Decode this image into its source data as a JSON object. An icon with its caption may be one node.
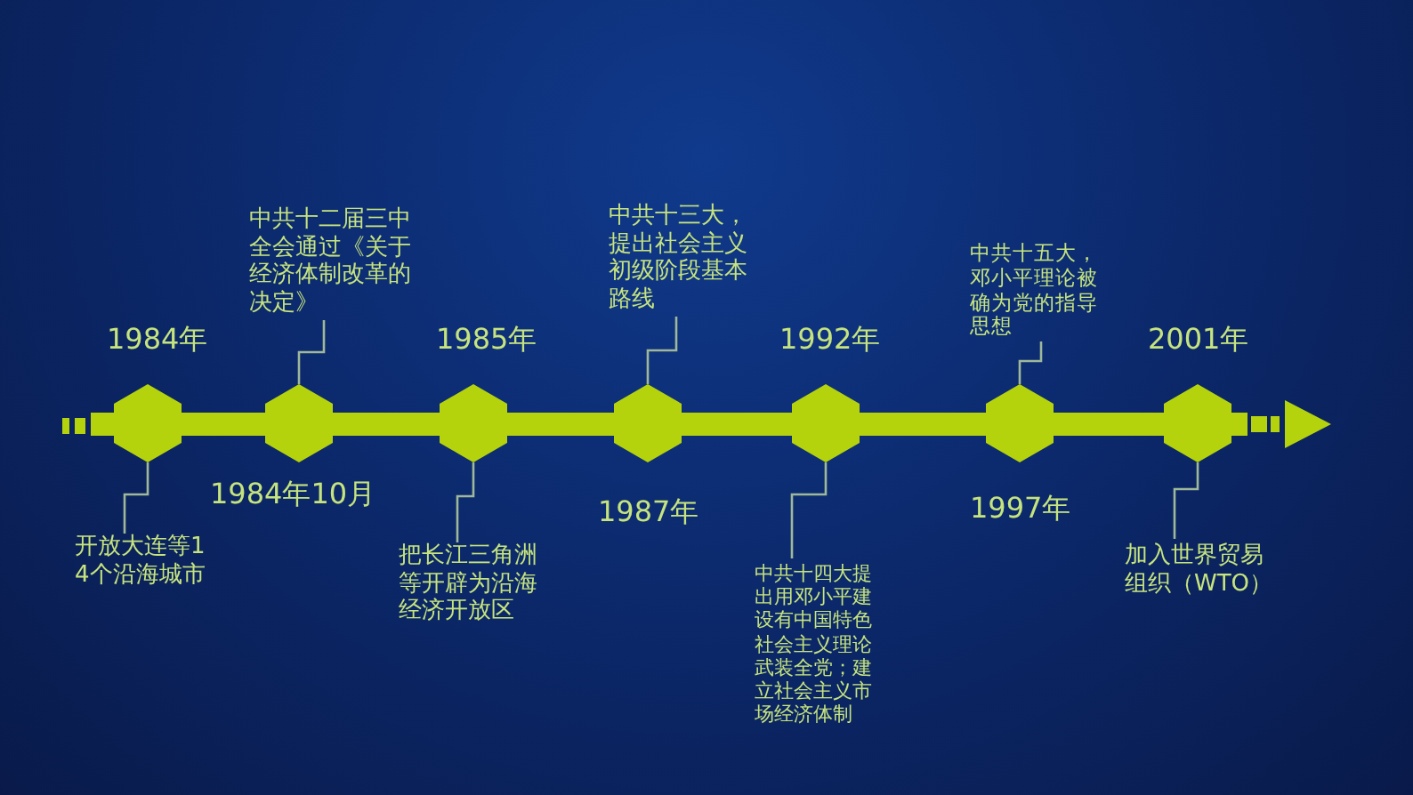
{
  "diagram": {
    "nodes": [
      {
        "text": [],
        "shape": "hexagon",
        "beside": [
          "1984年"
        ]
      },
      {
        "text": [],
        "shape": "hexagon",
        "beside": [
          "1984年10月"
        ]
      },
      {
        "text": [],
        "shape": "hexagon",
        "beside": [
          "1985年"
        ]
      },
      {
        "text": [],
        "shape": "hexagon",
        "beside": [
          "1987年"
        ]
      },
      {
        "text": [],
        "shape": "hexagon",
        "beside": [
          "1992年"
        ]
      },
      {
        "text": [],
        "shape": "hexagon",
        "beside": [
          "1997年"
        ]
      },
      {
        "text": [],
        "shape": "hexagon",
        "beside": [
          "2001年"
        ]
      },
      {
        "text": [
          "开放大连等14个沿海城市"
        ]
      },
      {
        "text": [
          "中共十二届三中全会通过《关于经济体制改革的决定》"
        ]
      },
      {
        "text": [
          "把长江三角洲等开辟为沿海经济开放区"
        ]
      },
      {
        "text": [
          "中共十三大，提出社会主义初级阶段基本路线"
        ]
      },
      {
        "text": [
          "中共十四大提出用邓小平建设有中国特色社会主义理论武装全党；建立社会主义市场经济体制"
        ]
      },
      {
        "text": [
          "中共十五大，邓小平理论被确为党的指导思想"
        ]
      },
      {
        "text": [
          "加入世界贸易组织（WTO）"
        ]
      }
    ],
    "edges": [
      {
        "from": 7,
        "to": 0,
        "arrow": "none"
      },
      {
        "from": 8,
        "to": 1,
        "arrow": "none"
      },
      {
        "from": 9,
        "to": 2,
        "arrow": "none"
      },
      {
        "from": 10,
        "to": 3,
        "arrow": "none"
      },
      {
        "from": 11,
        "to": 4,
        "arrow": "none"
      },
      {
        "from": 12,
        "to": 5,
        "arrow": "none"
      },
      {
        "from": 13,
        "to": 6,
        "arrow": "none"
      }
    ]
  }
}
